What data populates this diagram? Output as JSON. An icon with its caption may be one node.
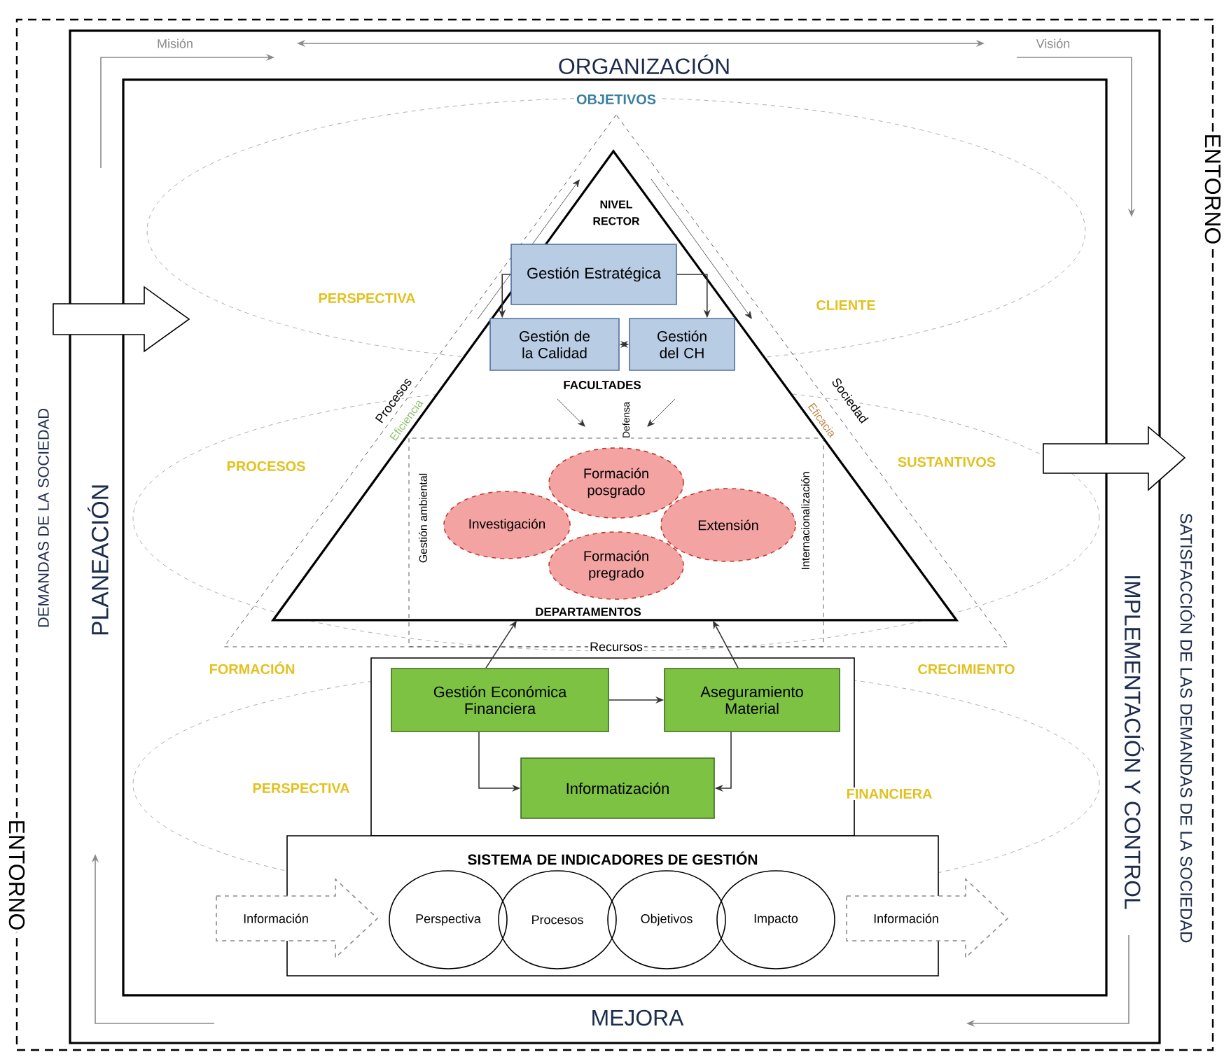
{
  "diagram": {
    "nodes": [
      {
        "text": [
          "ENTORNO",
          "ENTORNO"
        ]
      },
      {
        "text": [
          "ORGANIZACIÓN",
          "PLANEACIÓN",
          "IMPLEMENTACIÓN Y CONTROL",
          "MEJORA"
        ],
        "in": 0
      },
      {
        "text": [],
        "shape": "box",
        "in": 1
      },
      {
        "text": [
          "NIVEL RECTOR",
          "FACULTADES",
          "DEPARTAMENTOS"
        ],
        "in": 2
      },
      {
        "text": [
          "Gestión Estratégica"
        ],
        "in": 3
      },
      {
        "text": [
          "Gestión de la Calidad"
        ],
        "in": 3
      },
      {
        "text": [
          "Gestión del CH"
        ],
        "in": 3
      },
      {
        "text": [
          "Formación posgrado"
        ],
        "in": 3
      },
      {
        "text": [
          "Investigación"
        ],
        "in": 3
      },
      {
        "text": [
          "Extensión"
        ],
        "in": 3
      },
      {
        "text": [
          "Formación pregrado"
        ],
        "in": 3
      },
      {
        "text": [],
        "shape": "box",
        "in": 2
      },
      {
        "text": [
          "Gestión Económica Financiera"
        ],
        "in": 11
      },
      {
        "text": [
          "Aseguramiento Material"
        ],
        "in": 11
      },
      {
        "text": [
          "Informatización"
        ],
        "in": 11
      },
      {
        "text": [
          "SISTEMA DE INDICADORES DE GESTIÓN"
        ],
        "in": 2
      },
      {
        "text": [
          "Perspectiva"
        ],
        "in": 15
      },
      {
        "text": [
          "Procesos"
        ],
        "in": 15
      },
      {
        "text": [
          "Objetivos"
        ],
        "in": 15
      },
      {
        "text": [
          "Impacto"
        ],
        "in": 15
      },
      {
        "text": [
          "Información"
        ],
        "in": 2
      },
      {
        "text": [
          "Información"
        ],
        "in": 2
      }
    ],
    "edges": [
      {
        "from": 4,
        "to": 5,
        "arrow": "to"
      },
      {
        "from": 4,
        "to": 6,
        "arrow": "to"
      },
      {
        "from": 5,
        "to": 6,
        "arrow": "both"
      },
      {
        "from": 12,
        "to": 13,
        "arrow": "to"
      },
      {
        "from": 12,
        "to": 14,
        "arrow": "to"
      },
      {
        "from": 13,
        "to": 14,
        "arrow": "to"
      },
      {
        "from": 12,
        "to": 3,
        "arrow": "to"
      },
      {
        "from": 13,
        "to": 3,
        "arrow": "to"
      }
    ],
    "labels": [
      "Misión",
      "Visión",
      "OBJETIVOS",
      "DEMANDAS DE LA SOCIEDAD",
      "PERSPECTIVA",
      "CLIENTE",
      "Procesos",
      "Eficiencia",
      "Sociedad",
      "Eficacia",
      "SATISFACCIÓN DE LAS DEMANDAS DE LA SOCIEDAD",
      "Defensa",
      "PROCESOS",
      "SUSTANTIVOS",
      "Gestión ambiental",
      "Internacionalización",
      "Recursos",
      "FORMACIÓN",
      "CRECIMIENTO",
      "PERSPECTIVA",
      "FINANCIERA"
    ]
  }
}
